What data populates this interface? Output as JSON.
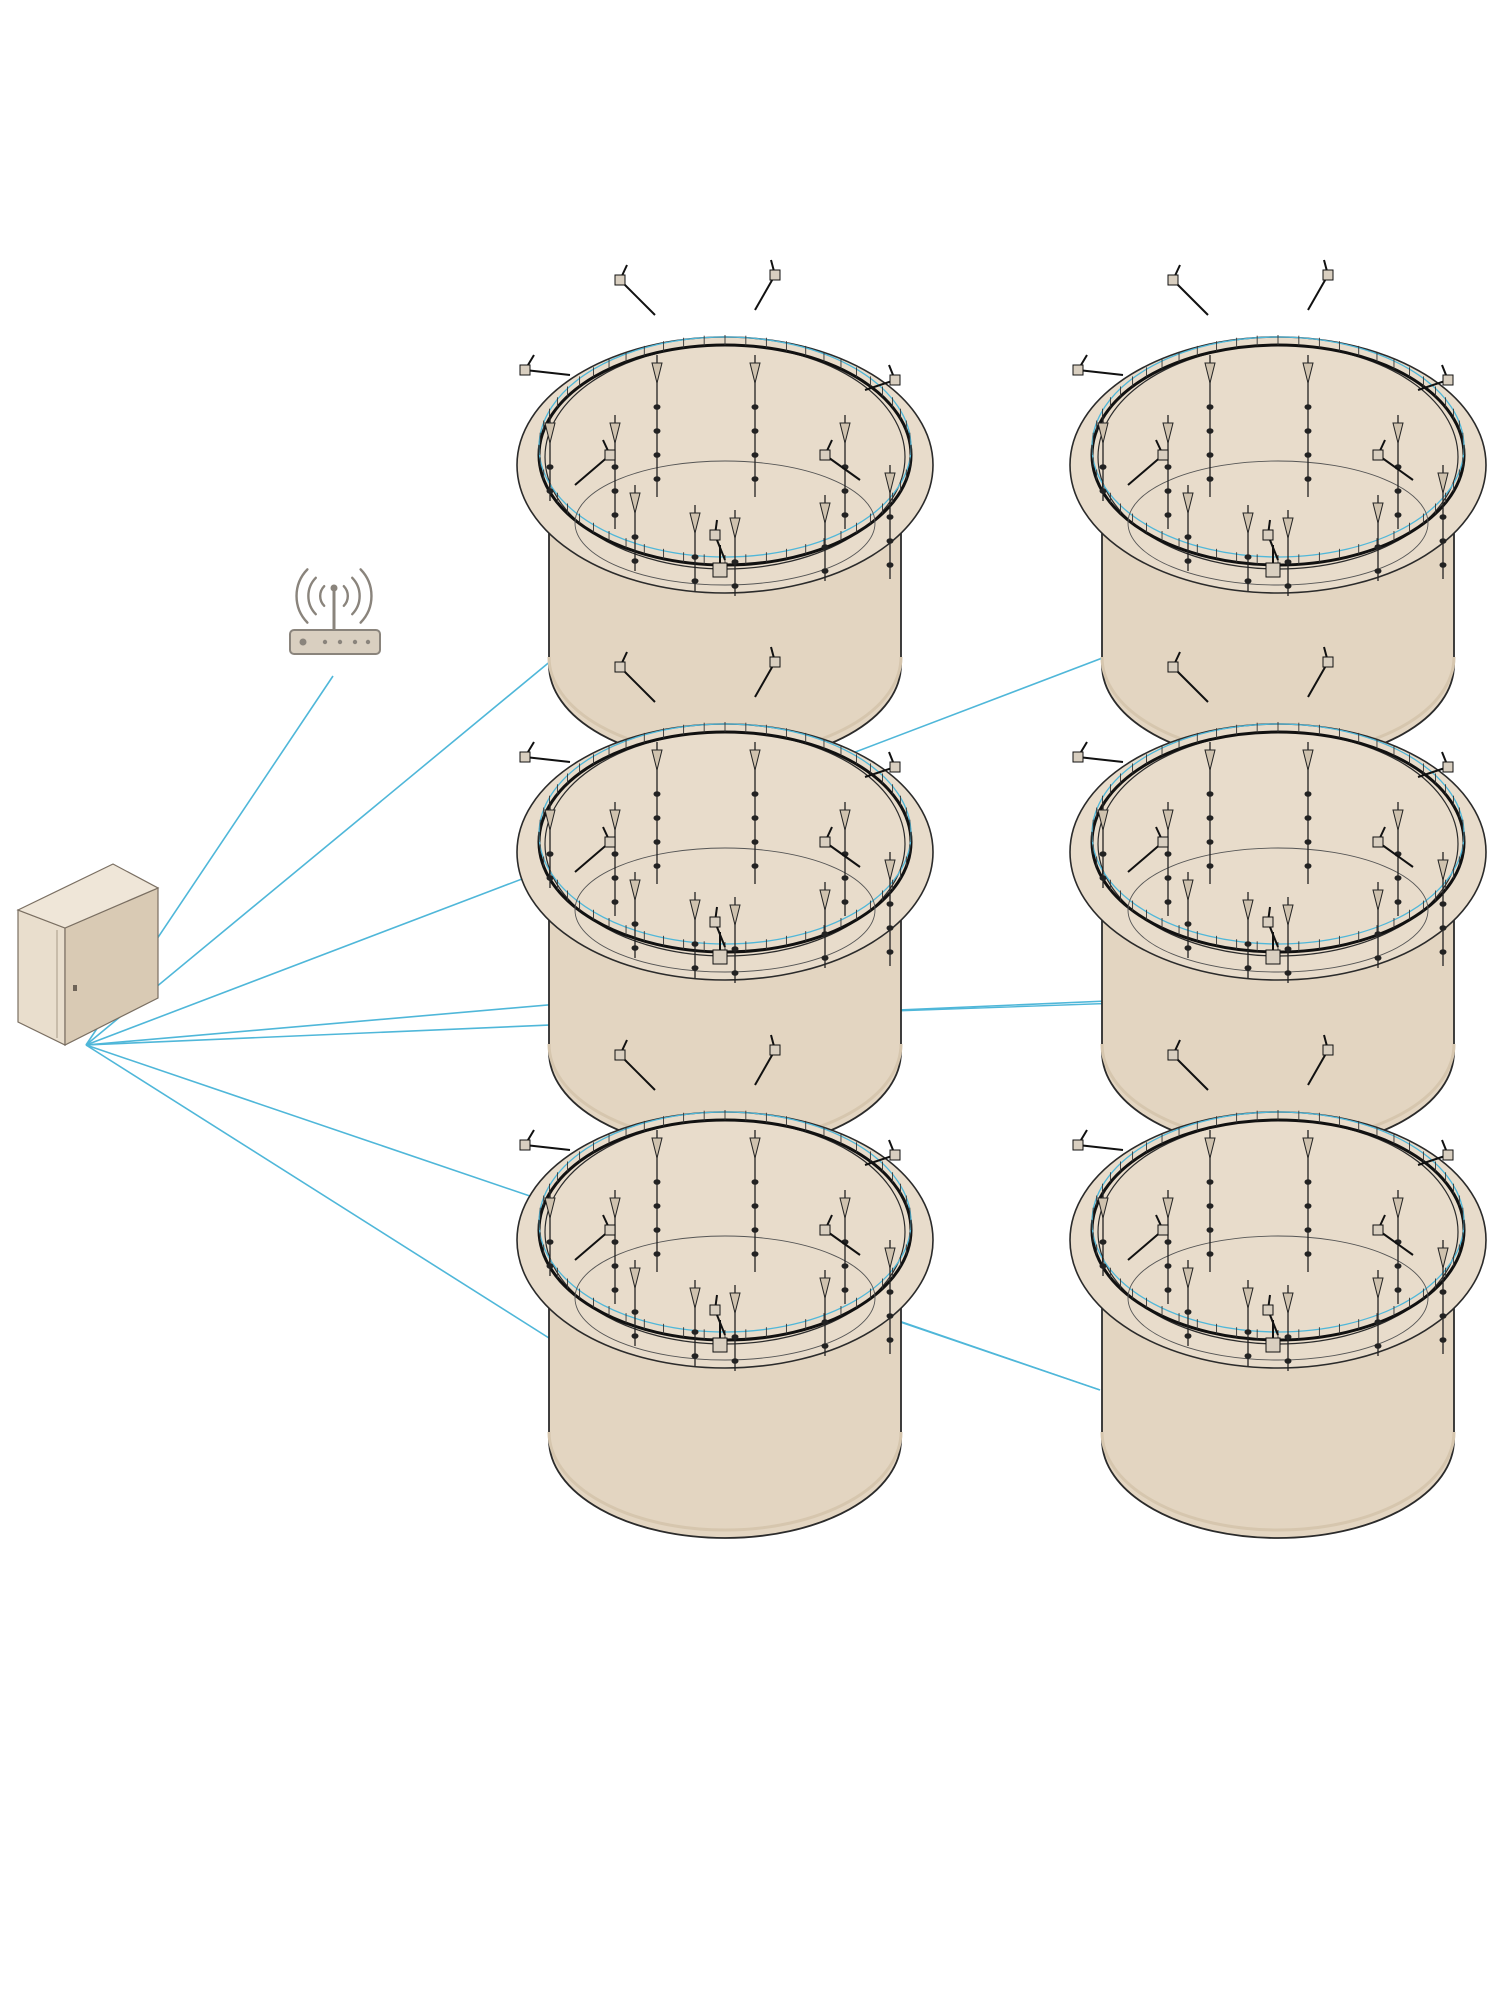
{
  "diagram": {
    "colors": {
      "background": "#ffffff",
      "tank_fill": "#e8dccb",
      "tank_side": "#e3d5c1",
      "tank_dark": "#d6c6ae",
      "outline": "#2b2b2b",
      "cable": "#4fb7d9",
      "cabinet_front": "#e9decd",
      "cabinet_side": "#d9cab4",
      "cabinet_top": "#efe6d8",
      "router_icon": "#8a847c",
      "router_body": "#d9cfc0"
    },
    "icons": {
      "router": "wifi-router-icon",
      "controller": "control-cabinet-icon"
    },
    "layout": {
      "rows": 3,
      "columns": 2,
      "tank_count": 6
    },
    "tanks": [
      {
        "id": "tank-1",
        "row": 1,
        "column": 1
      },
      {
        "id": "tank-2",
        "row": 1,
        "column": 2
      },
      {
        "id": "tank-3",
        "row": 2,
        "column": 1
      },
      {
        "id": "tank-4",
        "row": 2,
        "column": 2
      },
      {
        "id": "tank-5",
        "row": 3,
        "column": 1
      },
      {
        "id": "tank-6",
        "row": 3,
        "column": 2
      }
    ]
  }
}
